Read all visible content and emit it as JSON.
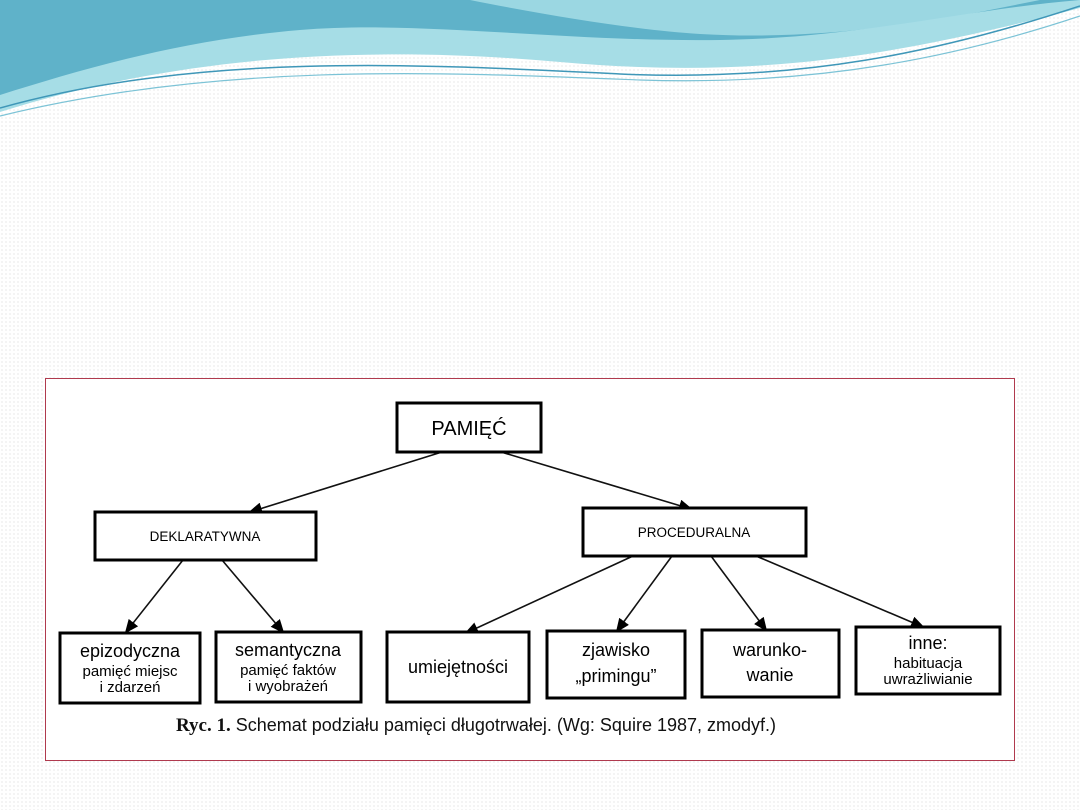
{
  "colors": {
    "wave_dark": "#5fb2c9",
    "wave_light": "#a6dde6",
    "frame_border": "#b03a4e"
  },
  "diagram": {
    "root": "PAMIĘĆ",
    "branches": {
      "declarative": "DEKLARATYWNA",
      "procedural": "PROCEDURALNA"
    },
    "leaves": {
      "episodic": {
        "title": "epizodyczna",
        "line1": "pamięć miejsc",
        "line2": "i zdarzeń"
      },
      "semantic": {
        "title": "semantyczna",
        "line1": "pamięć faktów",
        "line2": "i wyobrażeń"
      },
      "skills": {
        "title": "umiejętności"
      },
      "priming": {
        "line1": "zjawisko",
        "line2": "„primingu”"
      },
      "conditioning": {
        "line1": "warunko-",
        "line2": "wanie"
      },
      "other": {
        "title": "inne:",
        "line1": "habituacja",
        "line2": "uwrażliwianie"
      }
    }
  },
  "caption": {
    "label": "Ryc. 1.",
    "text": " Schemat podziału pamięci długotrwałej. (Wg: Squire 1987, zmodyf.)"
  }
}
